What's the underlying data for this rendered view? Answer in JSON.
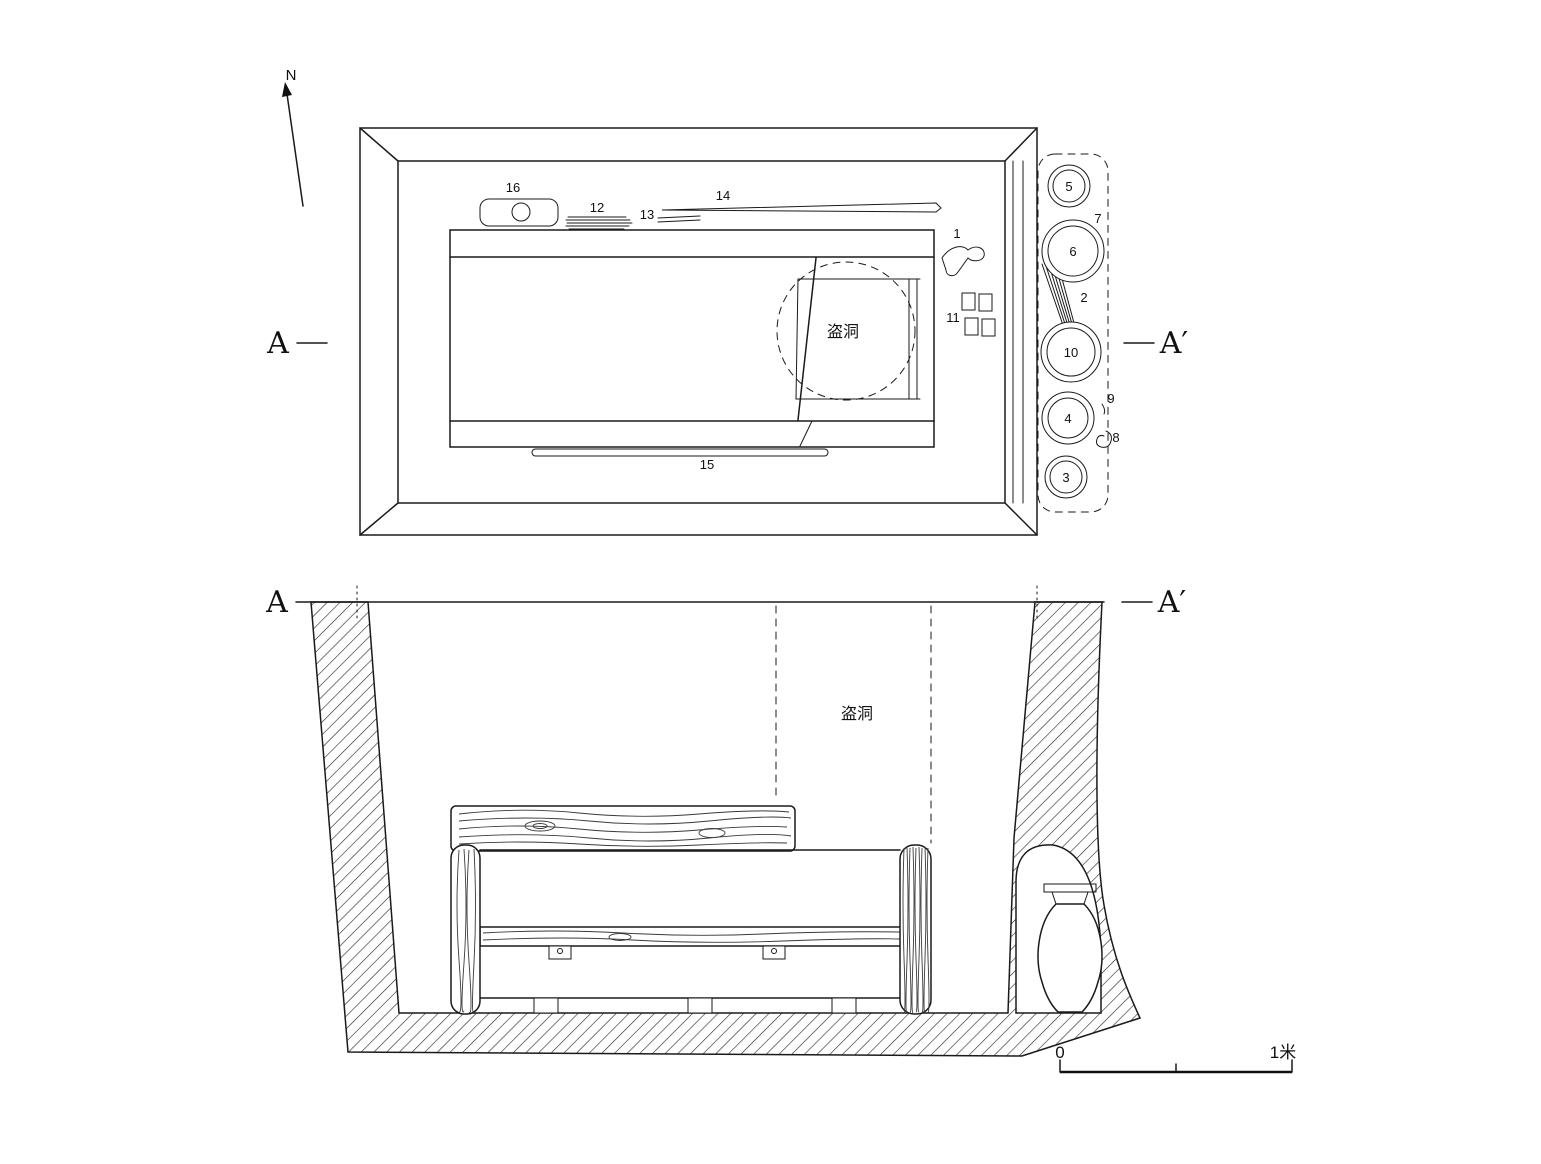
{
  "compass": {
    "north": "N"
  },
  "plan": {
    "section_left": "A",
    "section_right": "A′",
    "robber_hole": "盗洞",
    "artifacts": {
      "a1": "1",
      "a2": "2",
      "a11": "11",
      "a12": "12",
      "a13": "13",
      "a14": "14",
      "a15": "15",
      "a16": "16"
    },
    "vessels": {
      "v3": "3",
      "v4": "4",
      "v5": "5",
      "v6": "6",
      "v7": "7",
      "v8": "8",
      "v9": "9",
      "v10": "10"
    }
  },
  "section": {
    "left": "A",
    "right": "A′",
    "robber_hole": "盗洞"
  },
  "scale_bar": {
    "zero": "0",
    "one_meter": "1米"
  }
}
